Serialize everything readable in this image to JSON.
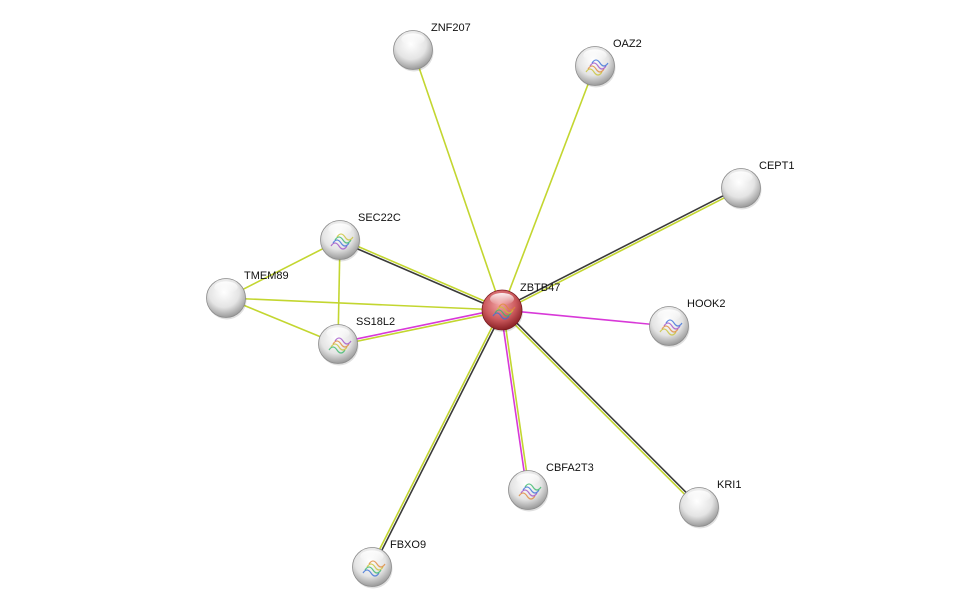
{
  "title": "ZBTB47 interaction network",
  "colors": {
    "textmining": "#c3d630",
    "coexpression": "#3a3a3a",
    "experiments": "#d838d8",
    "query_node": "#c94f55",
    "node": "#e2e2e2"
  },
  "nodes": [
    {
      "id": "ZBTB47",
      "label": "ZBTB47",
      "query": true
    },
    {
      "id": "ZNF207",
      "label": "ZNF207"
    },
    {
      "id": "OAZ2",
      "label": "OAZ2",
      "structure": true
    },
    {
      "id": "CEPT1",
      "label": "CEPT1"
    },
    {
      "id": "SEC22C",
      "label": "SEC22C",
      "structure": true
    },
    {
      "id": "TMEM89",
      "label": "TMEM89"
    },
    {
      "id": "SS18L2",
      "label": "SS18L2",
      "structure": true
    },
    {
      "id": "HOOK2",
      "label": "HOOK2",
      "structure": true
    },
    {
      "id": "CBFA2T3",
      "label": "CBFA2T3",
      "structure": true
    },
    {
      "id": "KRI1",
      "label": "KRI1"
    },
    {
      "id": "FBXO9",
      "label": "FBXO9",
      "structure": true
    }
  ],
  "edges": [
    {
      "a": "ZBTB47",
      "b": "ZNF207",
      "evidence": [
        "textmining"
      ]
    },
    {
      "a": "ZBTB47",
      "b": "OAZ2",
      "evidence": [
        "textmining"
      ]
    },
    {
      "a": "ZBTB47",
      "b": "CEPT1",
      "evidence": [
        "coexpression",
        "textmining"
      ]
    },
    {
      "a": "ZBTB47",
      "b": "SEC22C",
      "evidence": [
        "coexpression",
        "textmining"
      ]
    },
    {
      "a": "ZBTB47",
      "b": "TMEM89",
      "evidence": [
        "textmining"
      ]
    },
    {
      "a": "ZBTB47",
      "b": "SS18L2",
      "evidence": [
        "textmining",
        "experiments"
      ]
    },
    {
      "a": "ZBTB47",
      "b": "HOOK2",
      "evidence": [
        "experiments"
      ]
    },
    {
      "a": "ZBTB47",
      "b": "CBFA2T3",
      "evidence": [
        "textmining",
        "experiments"
      ]
    },
    {
      "a": "ZBTB47",
      "b": "KRI1",
      "evidence": [
        "coexpression",
        "textmining"
      ]
    },
    {
      "a": "ZBTB47",
      "b": "FBXO9",
      "evidence": [
        "coexpression",
        "textmining"
      ]
    },
    {
      "a": "SEC22C",
      "b": "TMEM89",
      "evidence": [
        "textmining"
      ]
    },
    {
      "a": "SEC22C",
      "b": "SS18L2",
      "evidence": [
        "textmining"
      ]
    },
    {
      "a": "TMEM89",
      "b": "SS18L2",
      "evidence": [
        "textmining"
      ]
    }
  ]
}
